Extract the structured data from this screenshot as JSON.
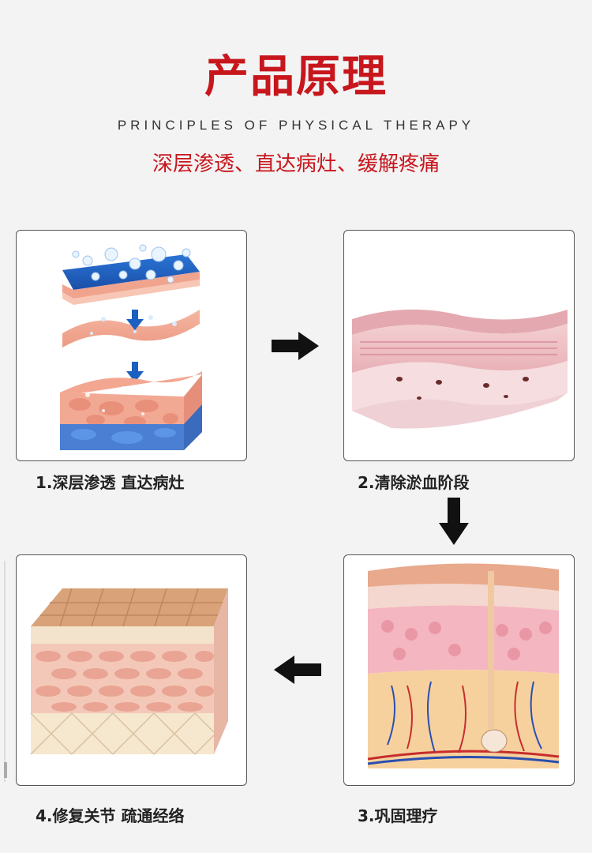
{
  "header": {
    "title": "产品原理",
    "subtitle_en": "PRINCIPLES OF PHYSICAL THERAPY",
    "subtitle_cn": "深层渗透、直达病灶、缓解疼痛"
  },
  "steps": [
    {
      "caption": "1.深层渗透 直达病灶",
      "icon": "skin-layers-penetration-image"
    },
    {
      "caption": "2.清除淤血阶段",
      "icon": "tissue-layer-image"
    },
    {
      "caption": "3.巩固理疗",
      "icon": "skin-cross-section-image"
    },
    {
      "caption": "4.修复关节 疏通经络",
      "icon": "repaired-tissue-block-image"
    }
  ],
  "colors": {
    "accent": "#c8161d",
    "text": "#222222",
    "card_border": "#555555",
    "background": "#f3f3f3"
  }
}
